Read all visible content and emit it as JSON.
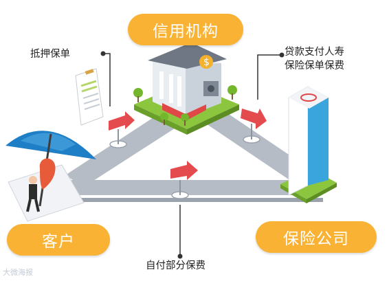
{
  "nodes": {
    "bank": {
      "label": "信用机构"
    },
    "customer": {
      "label": "客户"
    },
    "insurer": {
      "label": "保险公司"
    }
  },
  "annotations": {
    "mortgage": "抵押保单",
    "loan_payment": "贷款支付人寿",
    "loan_payment_2": "保险保单保费",
    "self_pay": "自付部分保费"
  },
  "watermark": {
    "text": "大微海报"
  },
  "colors": {
    "pill": "#f9b233",
    "road": "#b5bcc6",
    "arrow": "#e34b4e",
    "grass": "#8cc63f",
    "sky_blue": "#1f7fc6"
  }
}
